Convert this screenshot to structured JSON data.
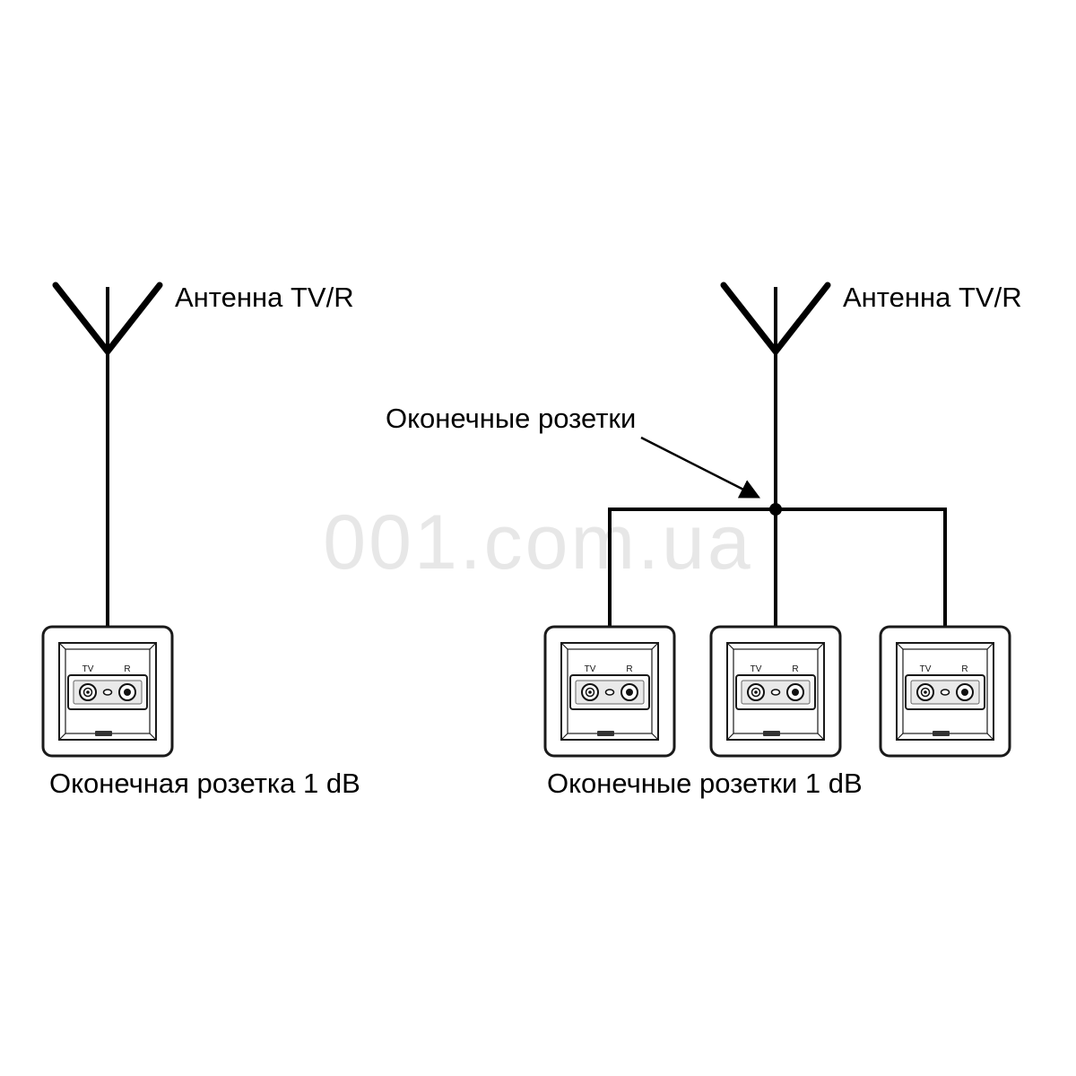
{
  "watermark": "001.com.ua",
  "left_diagram": {
    "antenna_label": "Антенна TV/R",
    "caption": "Оконечная розетка 1 dB"
  },
  "right_diagram": {
    "antenna_label": "Антенна TV/R",
    "callout_label": "Оконечные розетки",
    "caption": "Оконечные розетки 1 dB"
  },
  "socket": {
    "tv_label": "TV",
    "r_label": "R"
  },
  "colors": {
    "line": "#000000",
    "watermark": "#e7e7e7",
    "socket_stroke": "#1a1a1a"
  }
}
